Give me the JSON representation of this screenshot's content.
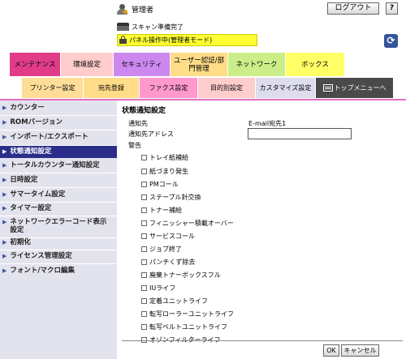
{
  "header": {
    "user_label": "管理者",
    "logout_label": "ログアウト",
    "help_label": "?",
    "status_text": "スキャン準備完了",
    "panel_text": "パネル操作中(管理者モード)",
    "refresh_icon": "refresh-icon"
  },
  "main_tabs": [
    {
      "label": "メンテナンス",
      "color": "#e03c8a",
      "active": true
    },
    {
      "label": "環境設定",
      "color": "#ffcccc"
    },
    {
      "label": "セキュリティ",
      "color": "#cc88ee"
    },
    {
      "label": "ユーザー認証/部門管理",
      "color": "#ffdd88"
    },
    {
      "label": "ネットワーク",
      "color": "#ccee88"
    },
    {
      "label": "ボックス",
      "color": "#ffff66"
    }
  ],
  "sub_tabs": [
    {
      "label": "プリンター設定",
      "color": "#ffdd99"
    },
    {
      "label": "宛先登録",
      "color": "#ffdd88"
    },
    {
      "label": "ファクス設定",
      "color": "#ff99cc"
    },
    {
      "label": "目的別設定",
      "color": "#ffcccc"
    },
    {
      "label": "カスタマイズ設定",
      "color": "#ddddee"
    },
    {
      "label": "トップメニューへ",
      "color": "#4a4a4a"
    }
  ],
  "sidebar": {
    "items": [
      {
        "label": "カウンター"
      },
      {
        "label": "ROMバージョン"
      },
      {
        "label": "インポート/エクスポート"
      },
      {
        "label": "状態通知設定",
        "active": true
      },
      {
        "label": "トータルカウンター通知設定"
      },
      {
        "label": "日時設定"
      },
      {
        "label": "サマータイム設定"
      },
      {
        "label": "タイマー設定"
      },
      {
        "label": "ネットワークエラーコード表示設定"
      },
      {
        "label": "初期化"
      },
      {
        "label": "ライセンス管理設定"
      },
      {
        "label": "フォント/マクロ編集"
      }
    ]
  },
  "content": {
    "title": "状態通知設定",
    "dest_label": "通知先",
    "dest_value": "E-mail宛先1",
    "address_label": "通知先アドレス",
    "address_value": "",
    "alert_label": "警告",
    "checks": [
      "トレイ紙補給",
      "紙づまり発生",
      "PMコール",
      "ステープル針交換",
      "トナー補給",
      "フィニッシャー積載オーバー",
      "サービスコール",
      "ジョブ終了",
      "パンチくず除去",
      "廃棄トナーボックスフル",
      "IUライフ",
      "定着ユニットライフ",
      "転写ローラーユニットライフ",
      "転写ベルトユニットライフ",
      "オゾンフィルターライフ"
    ],
    "ok_label": "OK",
    "cancel_label": "キャンセル"
  }
}
